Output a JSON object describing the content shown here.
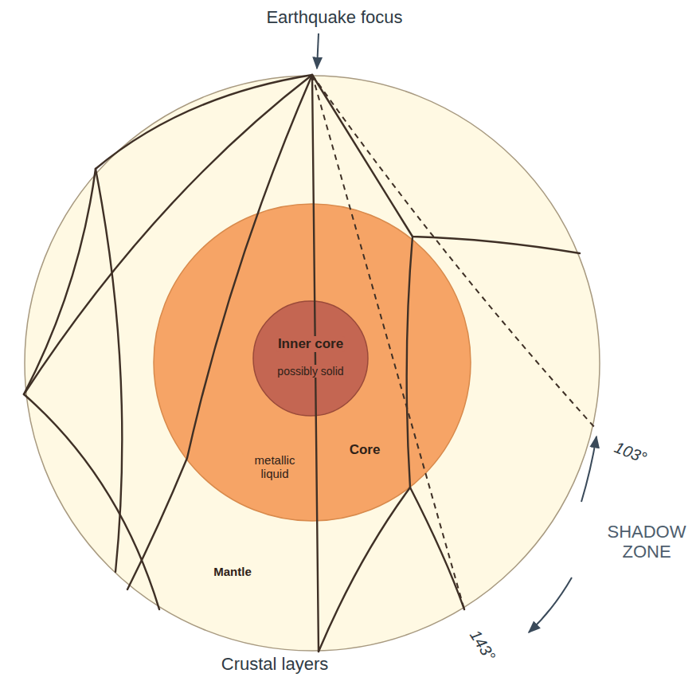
{
  "diagram": {
    "nodes": [
      {
        "text": [
          "Mantle"
        ]
      },
      {
        "text": [
          "Core",
          "metallic liquid"
        ],
        "in": 0
      },
      {
        "text": [
          "Inner core",
          "possibly solid"
        ],
        "in": 1
      }
    ],
    "labels": [
      "Earthquake focus",
      "103°",
      "SHADOW ZONE",
      "143°",
      "Crustal layers"
    ]
  }
}
